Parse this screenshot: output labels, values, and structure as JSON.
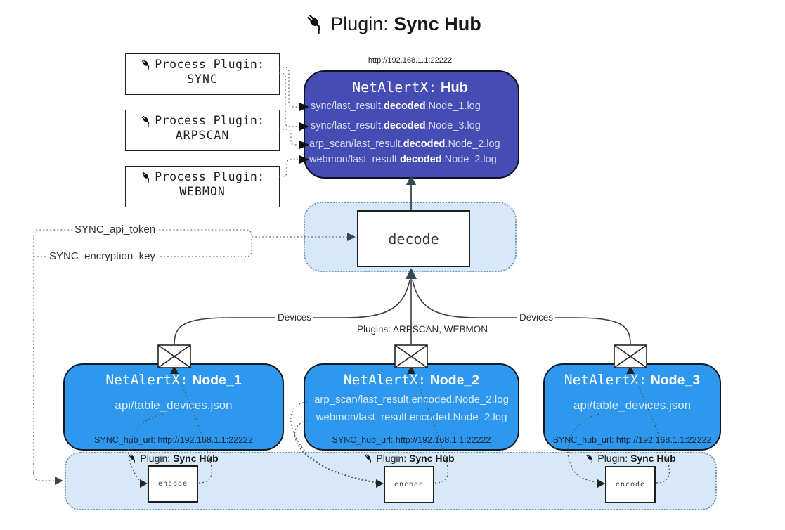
{
  "title": {
    "prefix": "Plugin:",
    "name": "Sync Hub"
  },
  "hub": {
    "url": "http://192.168.1.1:22222",
    "title_prefix": "NetAlertX:",
    "title_name": "Hub",
    "logs": [
      {
        "pre": "sync/last_result.",
        "bold": "decoded",
        "post": ".Node_1.log"
      },
      {
        "pre": "sync/last_result.",
        "bold": "decoded",
        "post": ".Node_3.log"
      },
      {
        "pre": "arp_scan/last_result.",
        "bold": "decoded",
        "post": ".Node_2.log"
      },
      {
        "pre": "webmon/last_result.",
        "bold": "decoded",
        "post": ".Node_2.log"
      }
    ]
  },
  "process_plugins": [
    {
      "label": "Process Plugin:",
      "name": "SYNC"
    },
    {
      "label": "Process Plugin:",
      "name": "ARPSCAN"
    },
    {
      "label": "Process Plugin:",
      "name": "WEBMON"
    }
  ],
  "decode_label": "decode",
  "keys": {
    "api_token": "SYNC_api_token",
    "encryption_key": "SYNC_encryption_key"
  },
  "edge_labels": {
    "devices_left": "Devices",
    "plugins_mid": "Plugins: ARPSCAN, WEBMON",
    "devices_right": "Devices"
  },
  "nodes": [
    {
      "title_prefix": "NetAlertX:",
      "title_name": "Node_1",
      "files": [
        "api/table_devices.json"
      ],
      "hub_url": "SYNC_hub_url: http://192.168.1.1:22222"
    },
    {
      "title_prefix": "NetAlertX:",
      "title_name": "Node_2",
      "files": [
        "arp_scan/last_result.encoded.Node_2.log",
        "webmon/last_result.encoded.Node_2.log"
      ],
      "hub_url": "SYNC_hub_url: http://192.168.1.1:22222"
    },
    {
      "title_prefix": "NetAlertX:",
      "title_name": "Node_3",
      "files": [
        "api/table_devices.json"
      ],
      "hub_url": "SYNC_hub_url: http://192.168.1.1:22222"
    }
  ],
  "encoders": [
    {
      "prefix": "Plugin:",
      "name": "Sync Hub",
      "box_label": "encode"
    },
    {
      "prefix": "Plugin:",
      "name": "Sync Hub",
      "box_label": "encode"
    },
    {
      "prefix": "Plugin:",
      "name": "Sync Hub",
      "box_label": "encode"
    }
  ],
  "colors": {
    "hub_fill": "#454CB4",
    "node_fill": "#2E97EE",
    "container_fill": "#D7E8F8",
    "container_border": "#7391AB",
    "arrow_dark": "#37474F",
    "line": "#3D3D3D"
  }
}
